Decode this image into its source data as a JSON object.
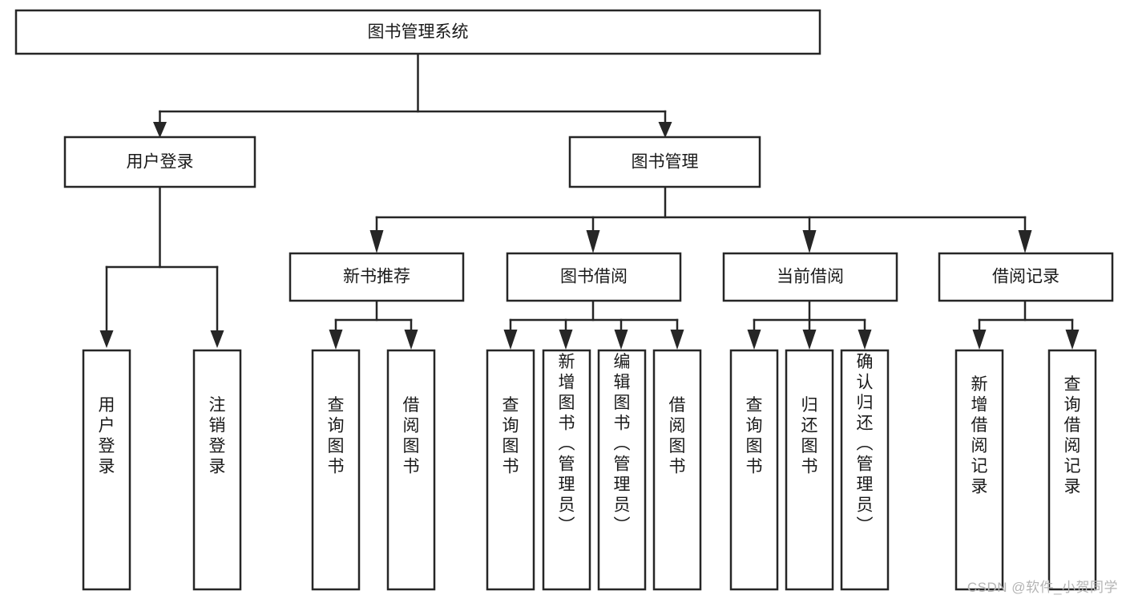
{
  "diagram": {
    "type": "tree-hierarchy",
    "title": "图书管理系统",
    "orientation": "top-down",
    "colors": {
      "box_fill": "#ffffff",
      "box_stroke": "#262626",
      "text": "#1a1a1a",
      "watermark": "#b4b4b4",
      "background": "#ffffff"
    },
    "root": {
      "id": "root",
      "label": "图书管理系统",
      "text_orientation": "horizontal"
    },
    "level2": [
      {
        "id": "user-login",
        "label": "用户登录",
        "text_orientation": "horizontal"
      },
      {
        "id": "book-management",
        "label": "图书管理",
        "text_orientation": "horizontal"
      }
    ],
    "level3": [
      {
        "id": "new-book-recommend",
        "label": "新书推荐",
        "parent": "book-management",
        "text_orientation": "horizontal"
      },
      {
        "id": "book-borrow",
        "label": "图书借阅",
        "parent": "book-management",
        "text_orientation": "horizontal"
      },
      {
        "id": "current-borrow",
        "label": "当前借阅",
        "parent": "book-management",
        "text_orientation": "horizontal"
      },
      {
        "id": "borrow-record",
        "label": "借阅记录",
        "parent": "book-management",
        "text_orientation": "horizontal"
      }
    ],
    "leaves": [
      {
        "id": "leaf-user-login",
        "label": "用户登录",
        "parent": "user-login",
        "text_orientation": "vertical"
      },
      {
        "id": "leaf-user-logout",
        "label": "注销登录",
        "parent": "user-login",
        "text_orientation": "vertical"
      },
      {
        "id": "leaf-query-book-1",
        "label": "查询图书",
        "parent": "new-book-recommend",
        "text_orientation": "vertical"
      },
      {
        "id": "leaf-borrow-book-1",
        "label": "借阅图书",
        "parent": "new-book-recommend",
        "text_orientation": "vertical"
      },
      {
        "id": "leaf-query-book-2",
        "label": "查询图书",
        "parent": "book-borrow",
        "text_orientation": "vertical"
      },
      {
        "id": "leaf-add-book",
        "label": "新增图书（管理员）",
        "parent": "book-borrow",
        "text_orientation": "vertical"
      },
      {
        "id": "leaf-edit-book",
        "label": "编辑图书（管理员）",
        "parent": "book-borrow",
        "text_orientation": "vertical"
      },
      {
        "id": "leaf-borrow-book-2",
        "label": "借阅图书",
        "parent": "book-borrow",
        "text_orientation": "vertical"
      },
      {
        "id": "leaf-query-book-3",
        "label": "查询图书",
        "parent": "current-borrow",
        "text_orientation": "vertical"
      },
      {
        "id": "leaf-return-book",
        "label": "归还图书",
        "parent": "current-borrow",
        "text_orientation": "vertical"
      },
      {
        "id": "leaf-confirm-return",
        "label": "确认归还（管理员）",
        "parent": "current-borrow",
        "text_orientation": "vertical"
      },
      {
        "id": "leaf-add-record",
        "label": "新增借阅记录",
        "parent": "borrow-record",
        "text_orientation": "vertical"
      },
      {
        "id": "leaf-query-record",
        "label": "查询借阅记录",
        "parent": "borrow-record",
        "text_orientation": "vertical"
      }
    ]
  },
  "watermark": {
    "text": "CSDN @软件_小贺同学"
  }
}
